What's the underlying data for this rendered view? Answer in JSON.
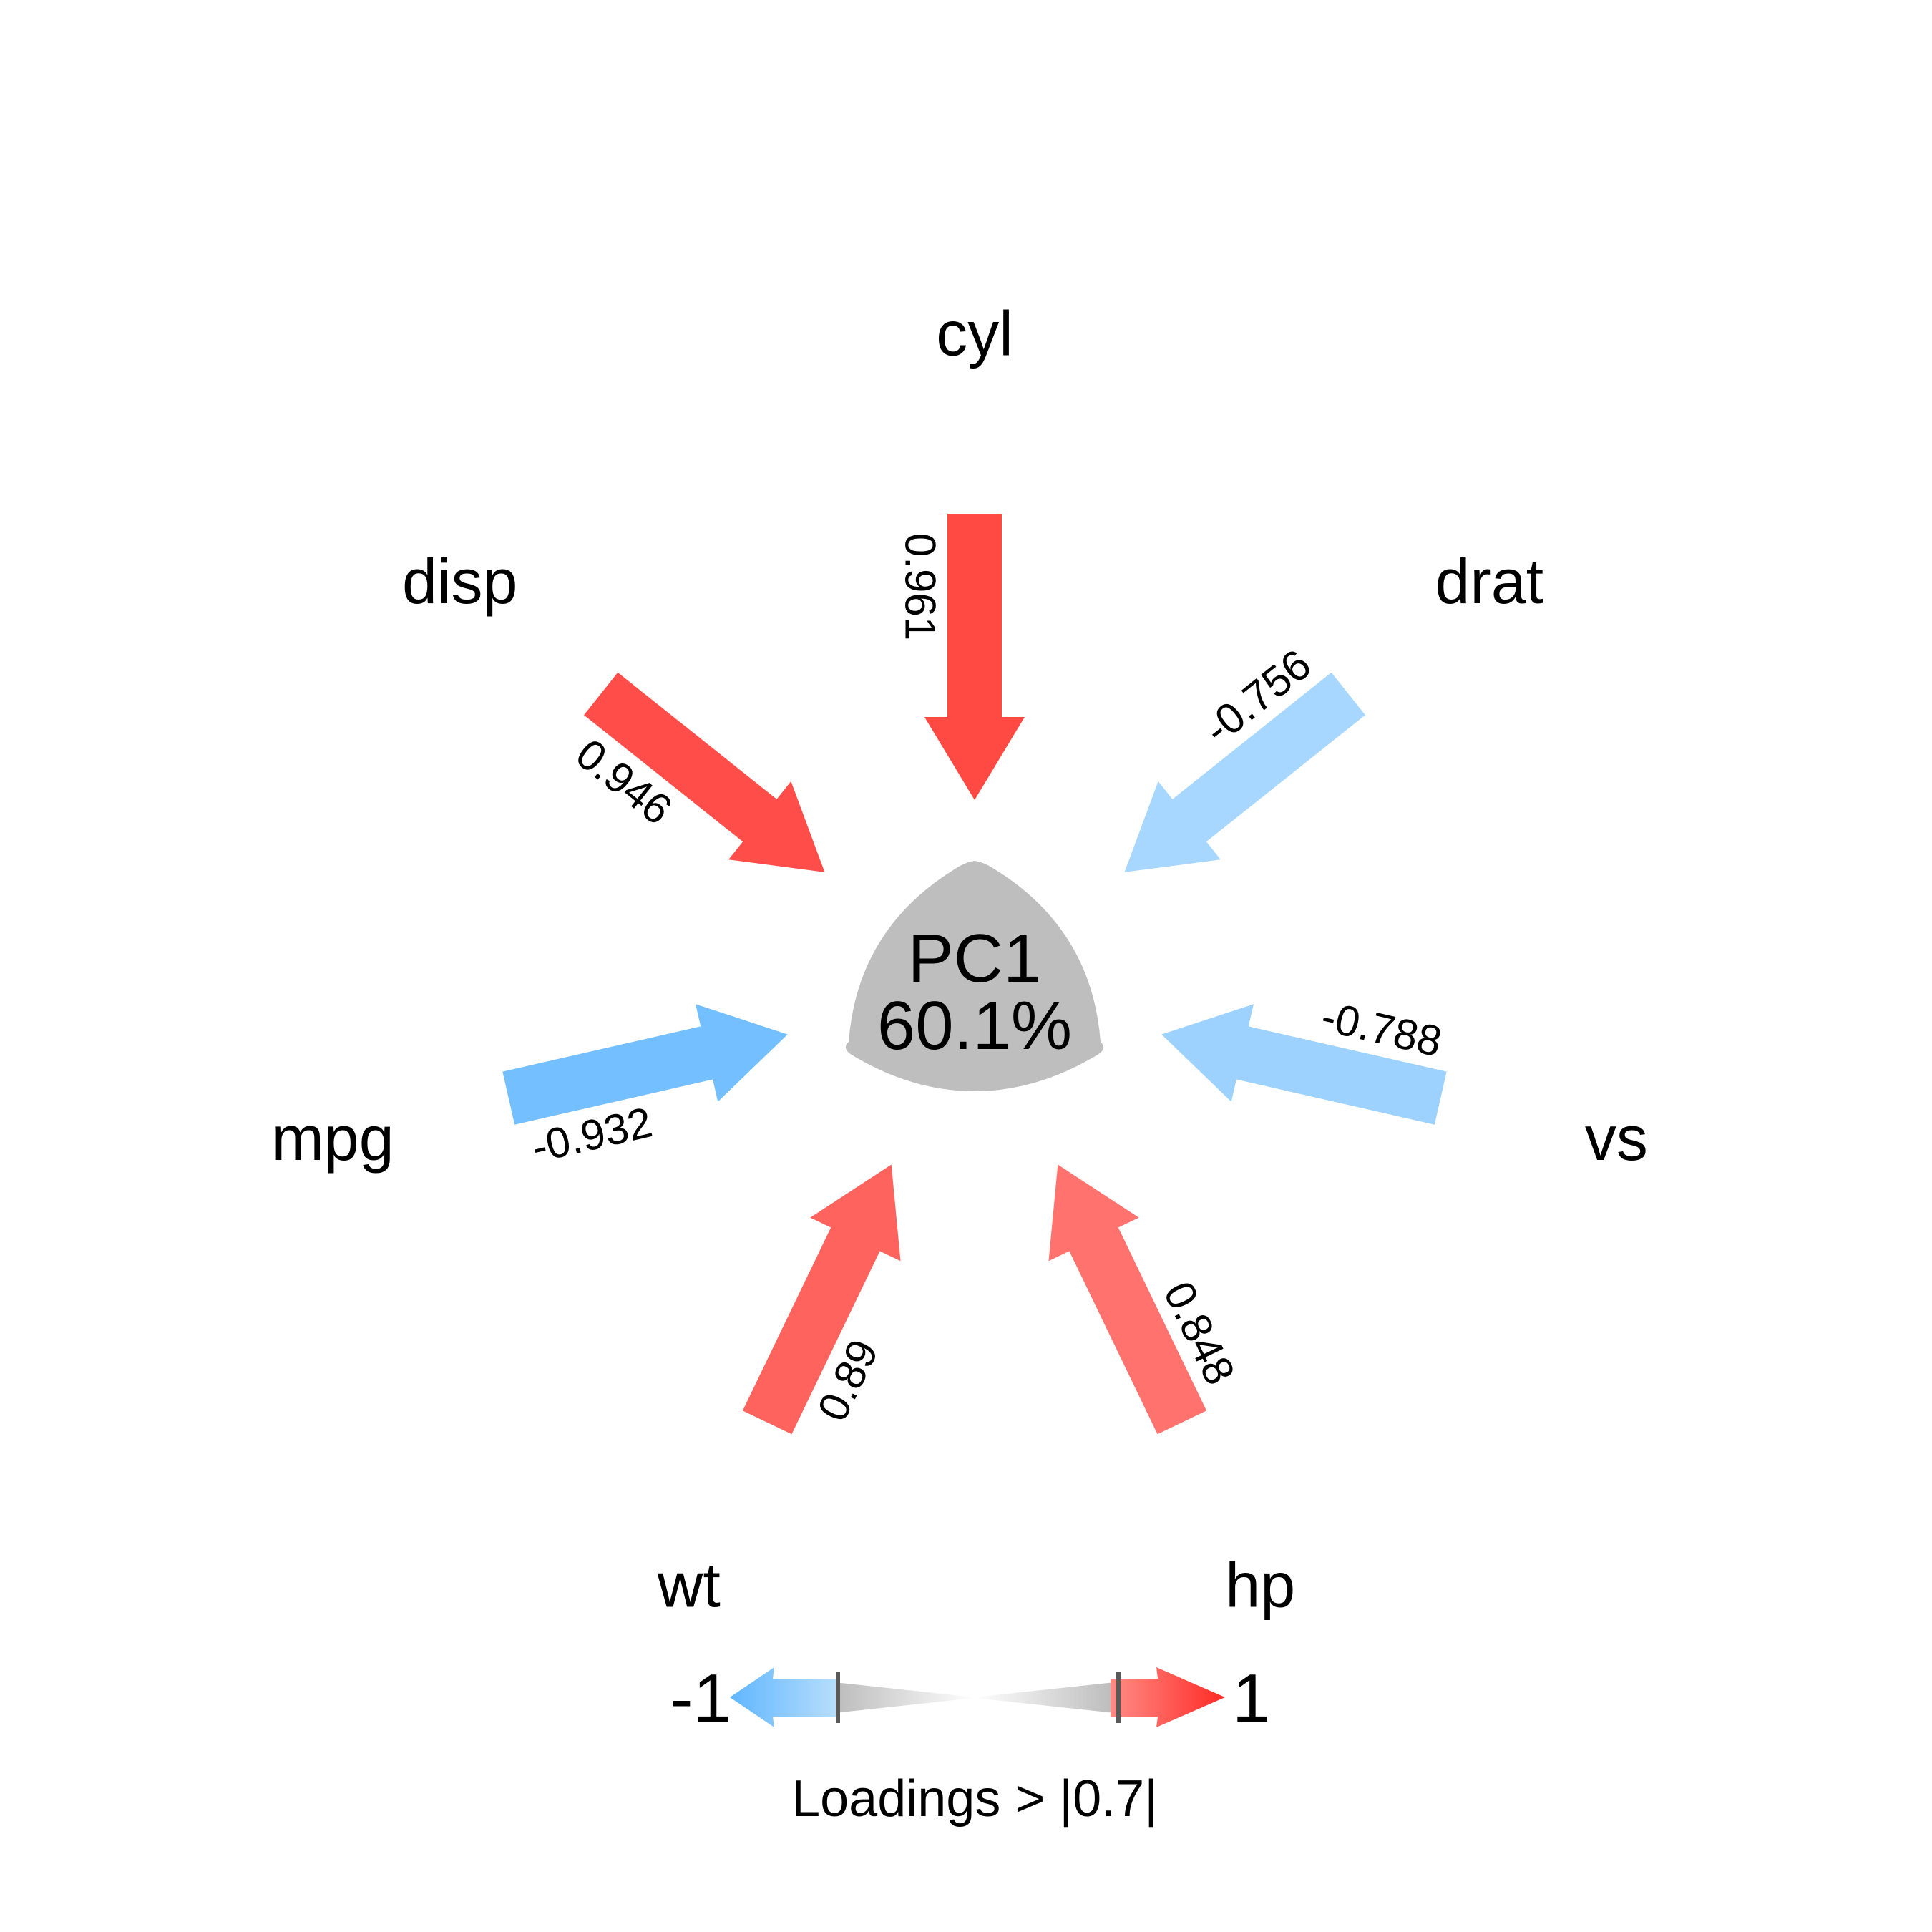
{
  "center": {
    "component": "PC1",
    "variance": "60.1%",
    "color": "#bebebe"
  },
  "colors": {
    "positive": "#ff3b35",
    "negative": "#5fb6ff"
  },
  "loadings": [
    {
      "variable": "cyl",
      "value": 0.961,
      "label": "0.961"
    },
    {
      "variable": "drat",
      "value": -0.756,
      "label": "-0.756"
    },
    {
      "variable": "vs",
      "value": -0.788,
      "label": "-0.788"
    },
    {
      "variable": "hp",
      "value": 0.848,
      "label": "0.848"
    },
    {
      "variable": "wt",
      "value": 0.89,
      "label": "0.89"
    },
    {
      "variable": "mpg",
      "value": -0.932,
      "label": "-0.932"
    },
    {
      "variable": "disp",
      "value": 0.946,
      "label": "0.946"
    }
  ],
  "legend": {
    "min_label": "-1",
    "max_label": "1",
    "caption": "Loadings > |0.7|"
  }
}
